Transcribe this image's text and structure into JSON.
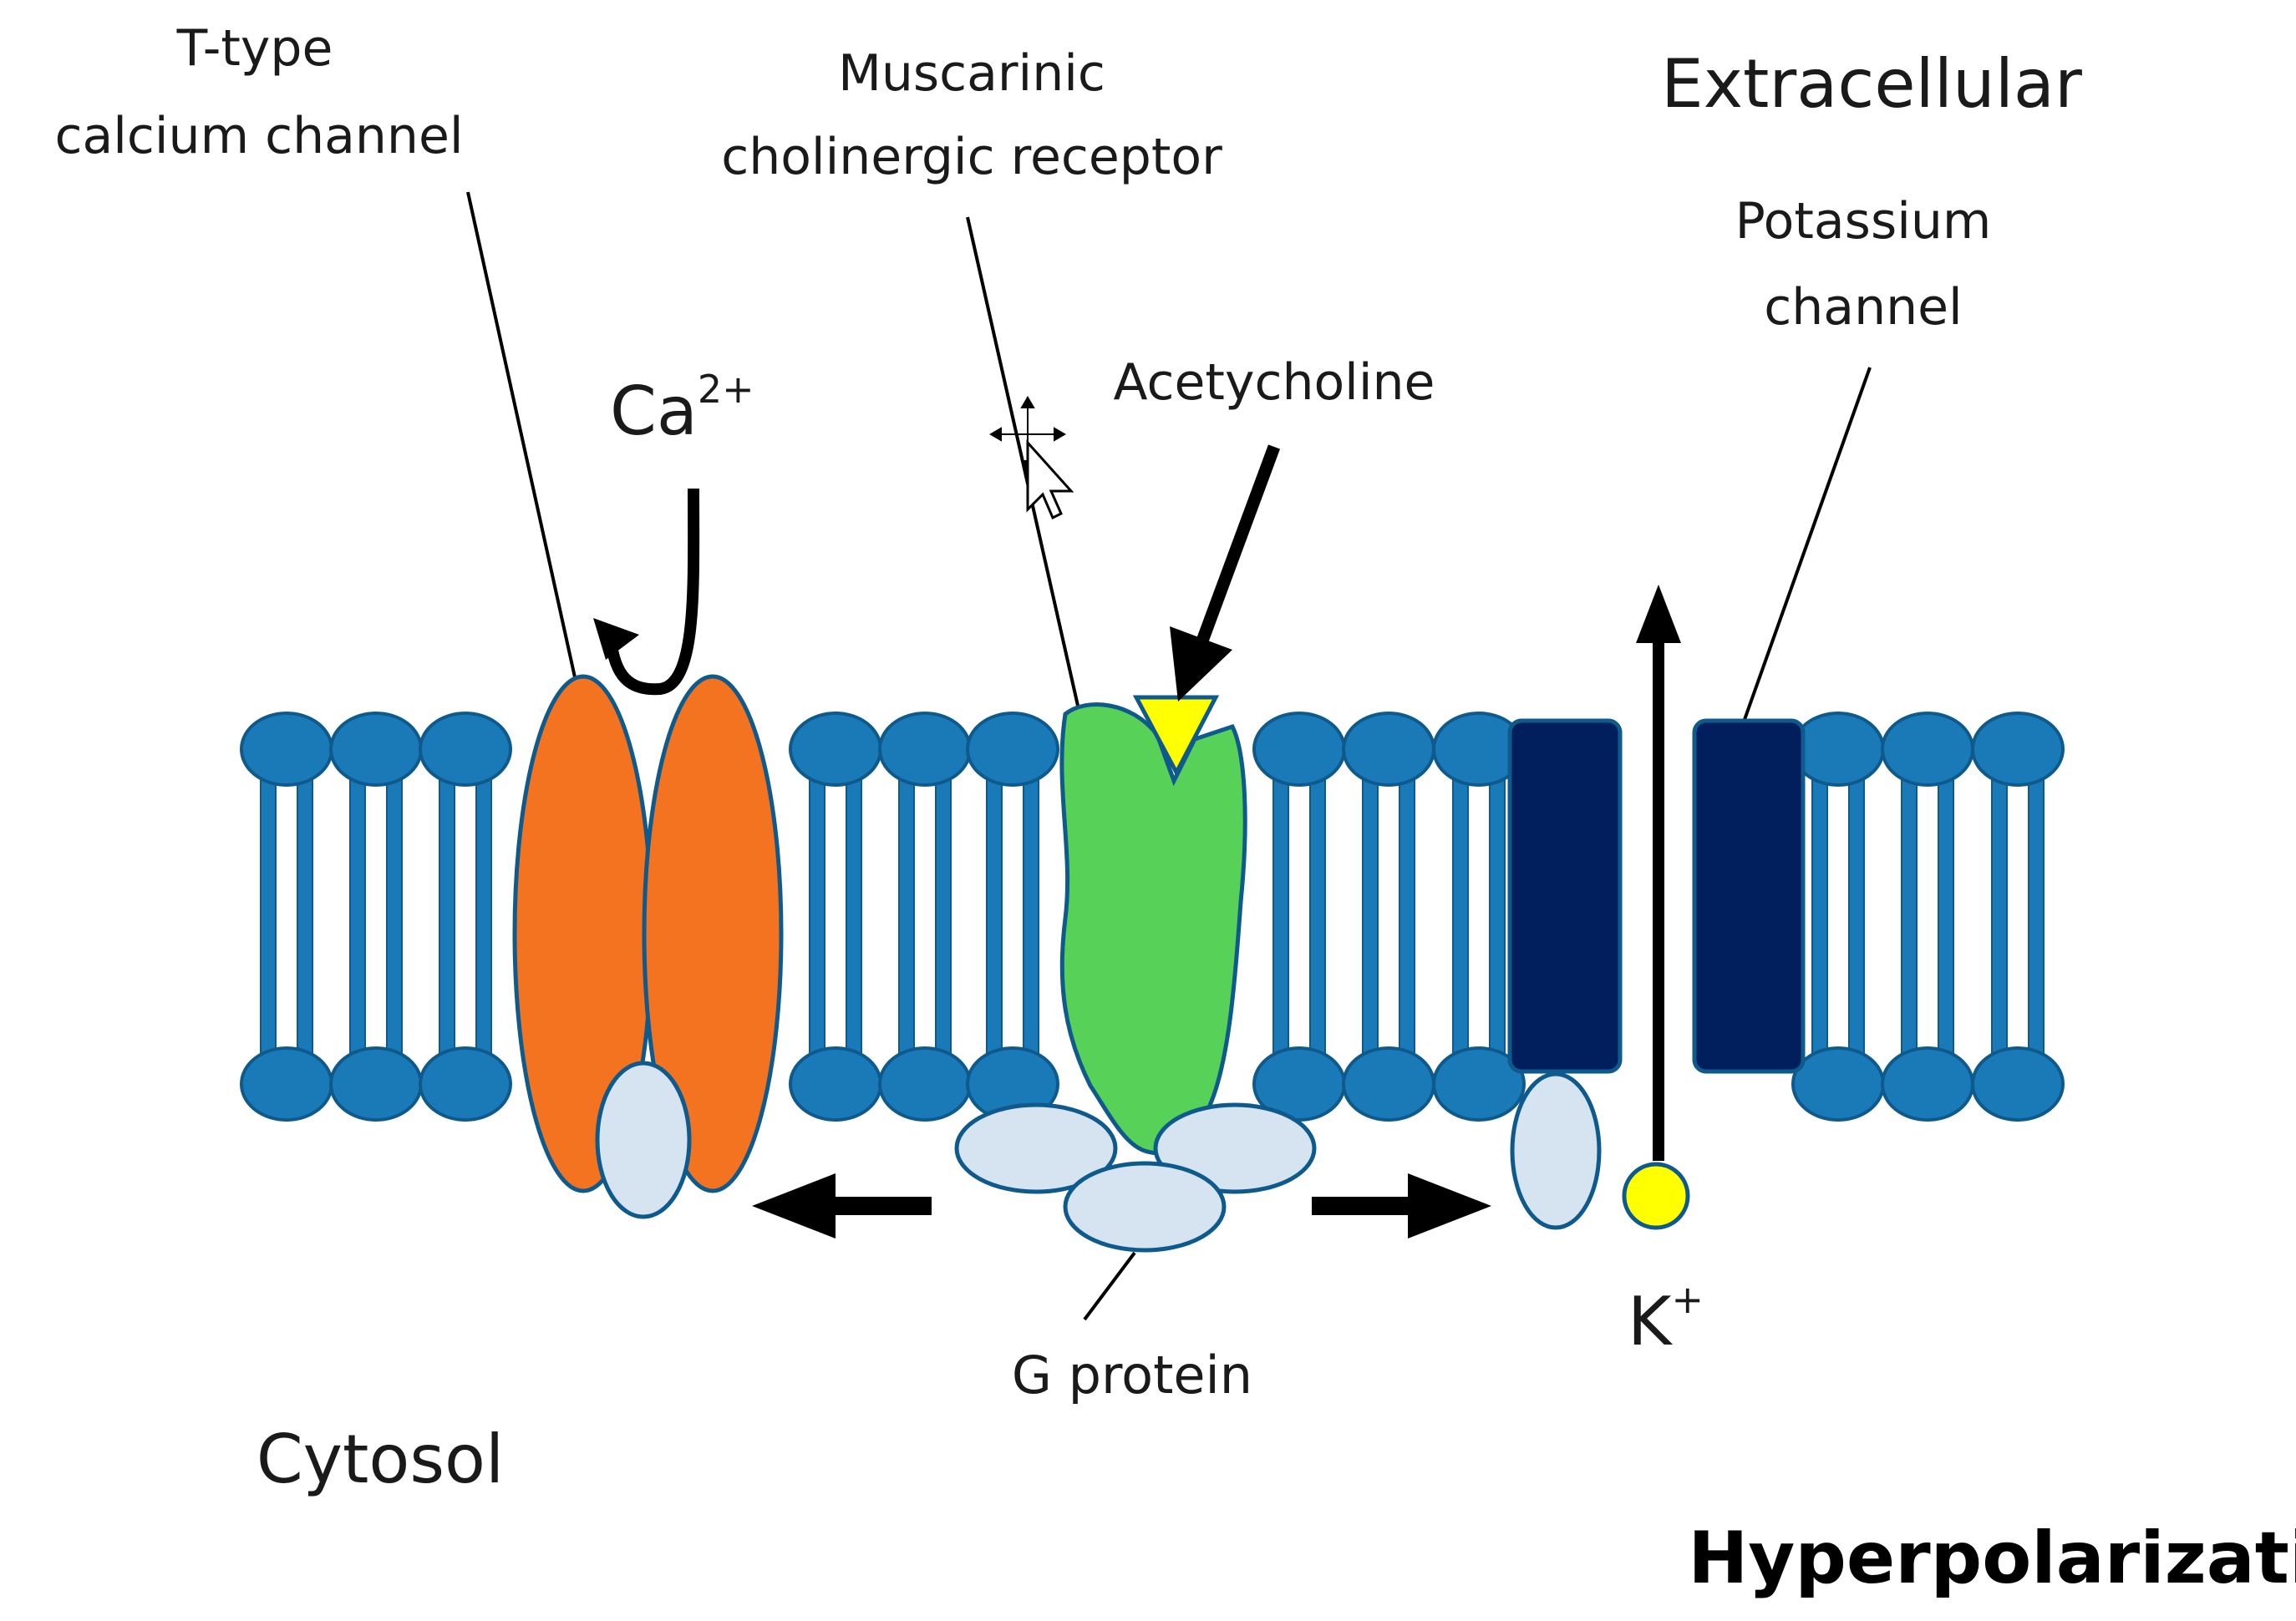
{
  "labels": {
    "t_type_line1": "T-type",
    "t_type_line2": "calcium channel",
    "muscarinic_line1": "Muscarinic",
    "muscarinic_line2": "cholinergic receptor",
    "extracellular": "Extracellular",
    "potassium_line1": "Potassium",
    "potassium_line2": "channel",
    "calcium_ion": "Ca",
    "calcium_charge": "2+",
    "acetylcholine": "Acetycholine",
    "g_protein": "G protein",
    "potassium_ion": "K",
    "potassium_charge": "+",
    "cytosol": "Cytosol",
    "hyperpolarization": "Hyperpolarization"
  },
  "colors": {
    "lipid": "#1a7ab8",
    "lipid_stroke": "#0e5a8c",
    "calcium_channel": "#f47321",
    "receptor": "#57d157",
    "acetylcholine": "#ffff00",
    "potassium_channel": "#001f5c",
    "g_protein": "#d5e4f0",
    "k_ion": "#ffff00",
    "arrow": "#000000"
  },
  "icons": [
    "move-cursor-icon"
  ]
}
